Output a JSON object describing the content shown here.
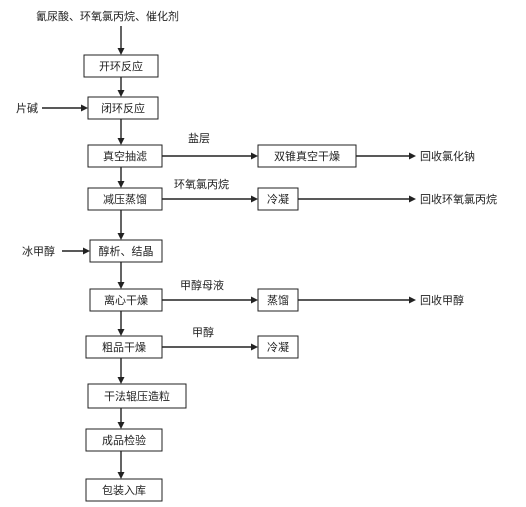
{
  "input_top": "氰尿酸、环氧氯丙烷、催化剂",
  "input_flake_alkali": "片碱",
  "input_methanol": "冰甲醇",
  "steps": {
    "ring_opening": "开环反应",
    "ring_closing": "闭环反应",
    "vacuum_filtration": "真空抽滤",
    "vacuum_distillation": "减压蒸馏",
    "alcohol_crystallization": "醇析、结晶",
    "centrifugal_drying": "离心干燥",
    "crude_drying": "粗品干燥",
    "dry_granulation": "干法辊压造粒",
    "product_inspection": "成品检验",
    "packaging": "包装入库"
  },
  "side_steps": {
    "double_cone_drying": "双锥真空干燥",
    "condensation_1": "冷凝",
    "distillation": "蒸馏",
    "condensation_2": "冷凝"
  },
  "stream_labels": {
    "salt_layer": "盐层",
    "epichlorohydrin": "环氧氯丙烷",
    "methanol_mother_liquor": "甲醇母液",
    "methanol": "甲醇"
  },
  "outputs": {
    "recover_nacl": "回收氯化钠",
    "recover_ech": "回收环氧氯丙烷",
    "recover_methanol": "回收甲醇"
  }
}
